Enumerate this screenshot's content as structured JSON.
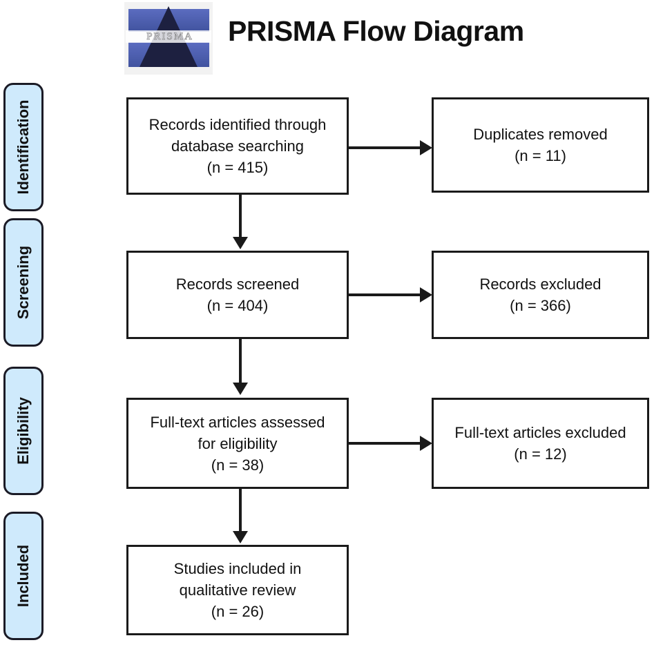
{
  "header": {
    "title": "PRISMA Flow Diagram",
    "logo_word": "PRISMA",
    "logo_alt": "prisma-pyramid-logo"
  },
  "stages": [
    {
      "label": "Identification"
    },
    {
      "label": "Screening"
    },
    {
      "label": "Eligibility"
    },
    {
      "label": "Included"
    }
  ],
  "boxes": {
    "identified": {
      "line1": "Records identified through",
      "line2": "database searching",
      "line3": "(n = 415)"
    },
    "duplicates": {
      "line1": "Duplicates removed",
      "line2": "(n = 11)"
    },
    "screened": {
      "line1": "Records screened",
      "line2": "(n = 404)"
    },
    "excluded": {
      "line1": "Records excluded",
      "line2": "(n = 366)"
    },
    "fulltext": {
      "line1": "Full-text articles assessed",
      "line2": "for eligibility",
      "line3": "(n = 38)"
    },
    "ftexcluded": {
      "line1": "Full-text articles excluded",
      "line2": "(n = 12)"
    },
    "included": {
      "line1": "Studies included in",
      "line2": "qualitative review",
      "line3": "(n = 26)"
    }
  },
  "chart_data": {
    "type": "diagram",
    "title": "PRISMA Flow Diagram",
    "nodes": [
      {
        "id": "identified",
        "stage": "Identification",
        "label": "Records identified through database searching",
        "n": 415
      },
      {
        "id": "duplicates",
        "stage": "Identification",
        "label": "Duplicates removed",
        "n": 11
      },
      {
        "id": "screened",
        "stage": "Screening",
        "label": "Records screened",
        "n": 404
      },
      {
        "id": "excluded",
        "stage": "Screening",
        "label": "Records excluded",
        "n": 366
      },
      {
        "id": "fulltext",
        "stage": "Eligibility",
        "label": "Full-text articles assessed for eligibility",
        "n": 38
      },
      {
        "id": "ftexcluded",
        "stage": "Eligibility",
        "label": "Full-text articles excluded",
        "n": 12
      },
      {
        "id": "included",
        "stage": "Included",
        "label": "Studies included in qualitative review",
        "n": 26
      }
    ],
    "edges": [
      {
        "from": "identified",
        "to": "duplicates",
        "direction": "right"
      },
      {
        "from": "identified",
        "to": "screened",
        "direction": "down"
      },
      {
        "from": "screened",
        "to": "excluded",
        "direction": "right"
      },
      {
        "from": "screened",
        "to": "fulltext",
        "direction": "down"
      },
      {
        "from": "fulltext",
        "to": "ftexcluded",
        "direction": "right"
      },
      {
        "from": "fulltext",
        "to": "included",
        "direction": "down"
      }
    ],
    "colors": {
      "stage_fill": "#cfeafc",
      "stage_border": "#1b1b26",
      "box_border": "#1a1a1a",
      "text": "#111111"
    }
  }
}
